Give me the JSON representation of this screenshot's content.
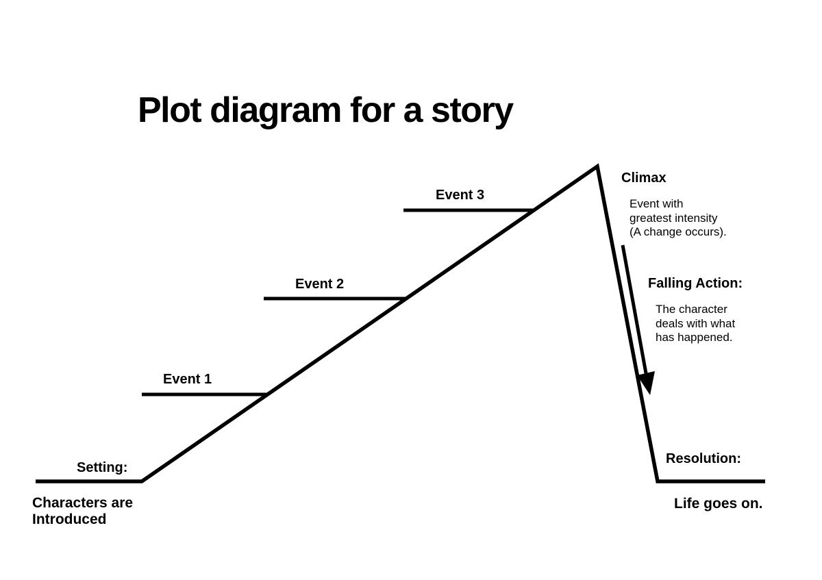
{
  "title": "Plot diagram for a story",
  "line_color": "#000000",
  "background_color": "#ffffff",
  "stages": {
    "setting": {
      "label": "Setting:",
      "caption": "Characters are\nIntroduced"
    },
    "events": [
      {
        "label": "Event 1"
      },
      {
        "label": "Event 2"
      },
      {
        "label": "Event 3"
      }
    ],
    "climax": {
      "label": "Climax",
      "description": "Event with\ngreatest intensity\n(A change occurs)."
    },
    "falling_action": {
      "label": "Falling Action:",
      "description": "The character\ndeals with what\nhas happened."
    },
    "resolution": {
      "label": "Resolution:",
      "caption": "Life goes on."
    }
  }
}
